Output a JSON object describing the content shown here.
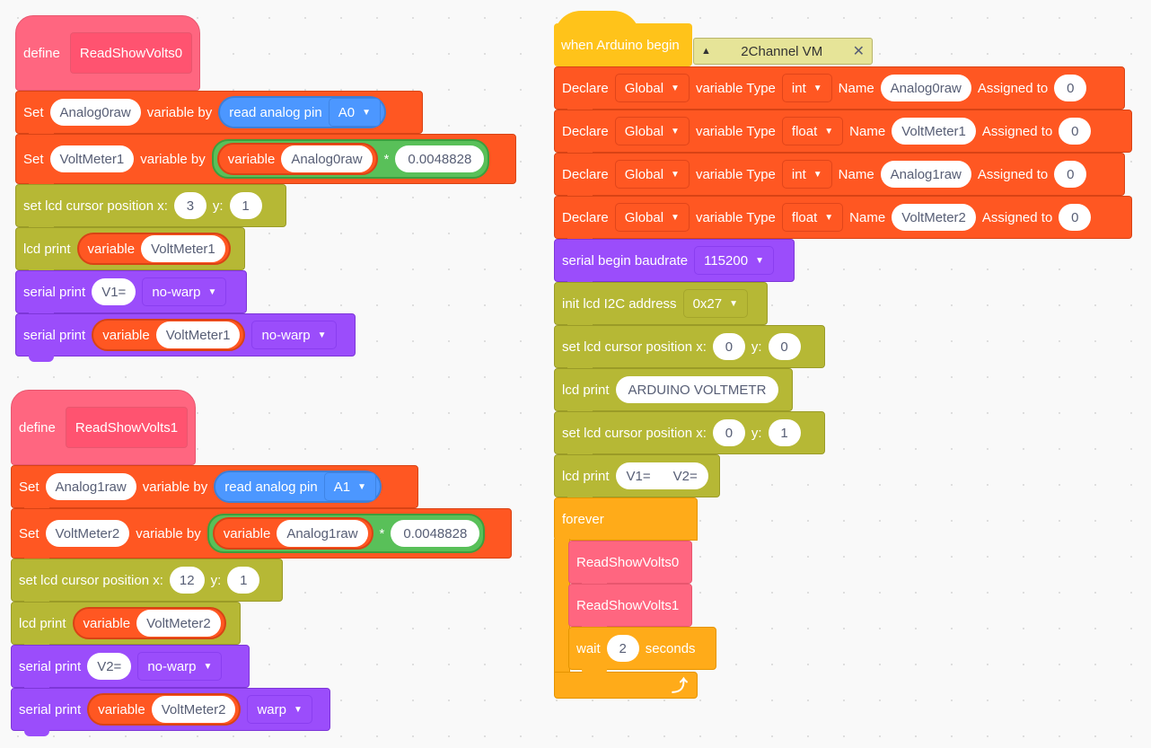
{
  "define0": {
    "define_label": "define",
    "name": "ReadShowVolts0",
    "set1": {
      "set": "Set",
      "var": "Analog0raw",
      "by": "variable by",
      "read": "read analog pin",
      "pin": "A0"
    },
    "set2": {
      "set": "Set",
      "var": "VoltMeter1",
      "by": "variable by",
      "variable": "variable",
      "src": "Analog0raw",
      "op": "*",
      "factor": "0.0048828"
    },
    "cursor": {
      "label": "set lcd cursor position x:",
      "x": "3",
      "ylabel": "y:",
      "y": "1"
    },
    "lcd": {
      "label": "lcd print",
      "variable": "variable",
      "var": "VoltMeter1"
    },
    "serial1": {
      "label": "serial print",
      "text": "V1=",
      "mode": "no-warp"
    },
    "serial2": {
      "label": "serial print",
      "variable": "variable",
      "var": "VoltMeter1",
      "mode": "no-warp"
    }
  },
  "define1": {
    "define_label": "define",
    "name": "ReadShowVolts1",
    "set1": {
      "set": "Set",
      "var": "Analog1raw",
      "by": "variable by",
      "read": "read analog pin",
      "pin": "A1"
    },
    "set2": {
      "set": "Set",
      "var": "VoltMeter2",
      "by": "variable by",
      "variable": "variable",
      "src": "Analog1raw",
      "op": "*",
      "factor": "0.0048828"
    },
    "cursor": {
      "label": "set lcd cursor position x:",
      "x": "12",
      "ylabel": "y:",
      "y": "1"
    },
    "lcd": {
      "label": "lcd print",
      "variable": "variable",
      "var": "VoltMeter2"
    },
    "serial1": {
      "label": "serial print",
      "text": "V2=",
      "mode": "no-warp"
    },
    "serial2": {
      "label": "serial print",
      "variable": "variable",
      "var": "VoltMeter2",
      "mode": "warp"
    }
  },
  "main": {
    "hat": "when Arduino begin",
    "device_name": "2Channel VM",
    "declares": [
      {
        "declare": "Declare",
        "scope": "Global",
        "vt": "variable Type",
        "type": "int",
        "name_label": "Name",
        "name": "Analog0raw",
        "assigned": "Assigned to",
        "value": "0"
      },
      {
        "declare": "Declare",
        "scope": "Global",
        "vt": "variable Type",
        "type": "float",
        "name_label": "Name",
        "name": "VoltMeter1",
        "assigned": "Assigned to",
        "value": "0"
      },
      {
        "declare": "Declare",
        "scope": "Global",
        "vt": "variable Type",
        "type": "int",
        "name_label": "Name",
        "name": "Analog1raw",
        "assigned": "Assigned to",
        "value": "0"
      },
      {
        "declare": "Declare",
        "scope": "Global",
        "vt": "variable Type",
        "type": "float",
        "name_label": "Name",
        "name": "VoltMeter2",
        "assigned": "Assigned to",
        "value": "0"
      }
    ],
    "serial_begin": {
      "label": "serial begin baudrate",
      "baud": "115200"
    },
    "init_lcd": {
      "label": "init lcd I2C address",
      "addr": "0x27"
    },
    "cursor1": {
      "label": "set lcd cursor position x:",
      "x": "0",
      "ylabel": "y:",
      "y": "0"
    },
    "lcd1": {
      "label": "lcd print",
      "text": "ARDUINO VOLTMETR"
    },
    "cursor2": {
      "label": "set lcd cursor position x:",
      "x": "0",
      "ylabel": "y:",
      "y": "1"
    },
    "lcd2": {
      "label": "lcd print",
      "text": "V1=      V2="
    },
    "forever": "forever",
    "call0": "ReadShowVolts0",
    "call1": "ReadShowVolts1",
    "wait": {
      "label": "wait",
      "value": "2",
      "unit": "seconds"
    }
  },
  "colors": {
    "set": "#ff5722",
    "lcd": "#b6b835",
    "serial": "#9b4dfb",
    "define": "#ff6680",
    "control": "#ffab19",
    "sensor": "#4c97ff",
    "operator": "#59c059"
  }
}
